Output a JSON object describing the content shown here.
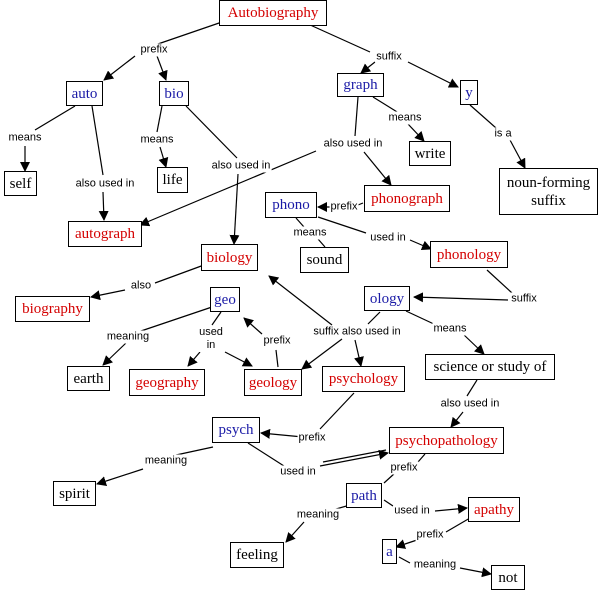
{
  "colors": {
    "root": "#d40000",
    "word": "#d40000",
    "prefix": "#1a1aa6",
    "meaning": "#000000"
  },
  "nodes": {
    "autobiography": "Autobiography",
    "auto": "auto",
    "bio": "bio",
    "graph": "graph",
    "y": "y",
    "self": "self",
    "life": "life",
    "write": "write",
    "noun_forming_suffix": "noun-forming\nsuffix",
    "autograph": "autograph",
    "phono": "phono",
    "phonograph": "phonograph",
    "sound": "sound",
    "phonology": "phonology",
    "biology": "biology",
    "biography": "biography",
    "geo": "geo",
    "ology": "ology",
    "earth": "earth",
    "geography": "geography",
    "geology": "geology",
    "psychology": "psychology",
    "science_or_study_of": "science or study of",
    "psych": "psych",
    "psychopathology": "psychopathology",
    "spirit": "spirit",
    "path": "path",
    "apathy": "apathy",
    "a": "a",
    "feeling": "feeling",
    "not": "not"
  },
  "link_labels": {
    "prefix": "prefix",
    "suffix": "suffix",
    "means": "means",
    "also_used_in": "also used in",
    "is_a": "is a",
    "also": "also",
    "meaning": "meaning",
    "used_in": "used in",
    "used_in_stacked": "used\nin",
    "suffix_also_used_in": "suffix also used in"
  }
}
